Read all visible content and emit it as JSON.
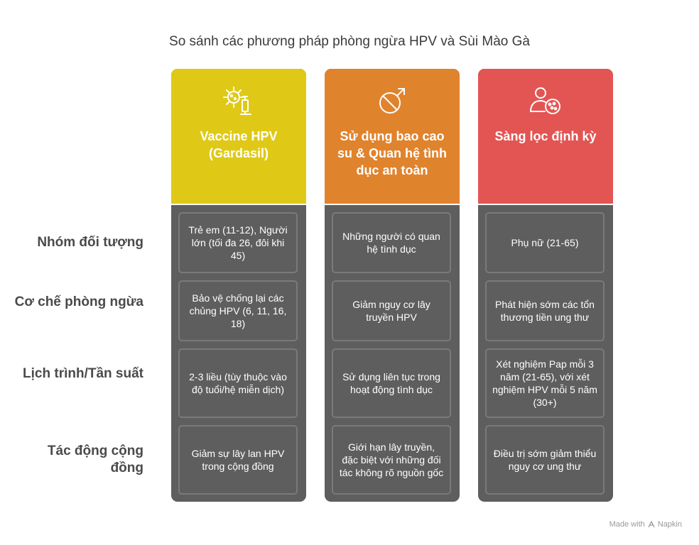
{
  "title": "So sánh các phương pháp phòng ngừa HPV và Sùi Mào Gà",
  "row_labels": [
    "Nhóm đối tượng",
    "Cơ chế phòng ngừa",
    "Lịch trình/Tần suất",
    "Tác động cộng đồng"
  ],
  "columns": [
    {
      "header": "Vaccine HPV (Gardasil)",
      "color": "#dfc916",
      "icon": "virus-vaccine-icon",
      "cells": [
        "Trẻ em (11-12), Người lớn (tối đa 26, đôi khi 45)",
        "Bảo vệ chống lại các chủng HPV (6, 11, 16, 18)",
        "2-3 liều (tùy thuộc vào độ tuổi/hệ miễn dịch)",
        "Giảm sự lây lan HPV trong cộng đồng"
      ]
    },
    {
      "header": "Sử dụng bao cao su & Quan hệ tình dục an toàn",
      "color": "#e0832d",
      "icon": "gender-block-icon",
      "cells": [
        "Những người có quan hệ tình dục",
        "Giảm nguy cơ lây truyền HPV",
        "Sử dụng liên tục trong hoạt động tình dục",
        "Giới hạn lây truyền, đặc biệt với những đối tác không rõ nguồn gốc"
      ]
    },
    {
      "header": "Sàng lọc định kỳ",
      "color": "#e35553",
      "icon": "person-cell-screening-icon",
      "cells": [
        "Phụ nữ (21-65)",
        "Phát hiện sớm các tổn thương tiền ung thư",
        "Xét nghiệm Pap mỗi 3 năm (21-65), với xét nghiệm HPV mỗi 5 năm (30+)",
        "Điều trị sớm giảm thiểu nguy cơ ung thư"
      ]
    }
  ],
  "footer": {
    "made_with": "Made with",
    "brand": "Napkin"
  }
}
